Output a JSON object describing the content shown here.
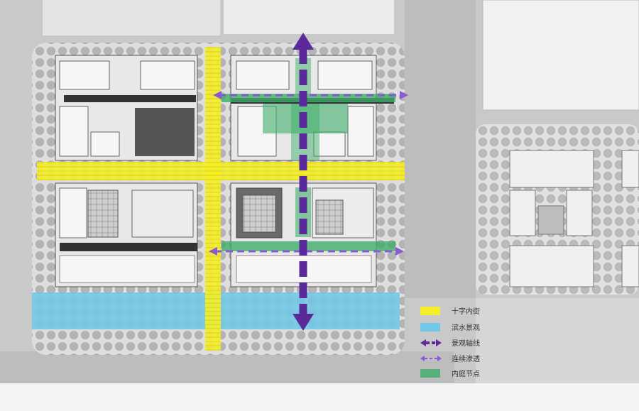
{
  "legend": {
    "items": [
      {
        "key": "cross_street",
        "label": "十字内街",
        "color": "#f4ee2a"
      },
      {
        "key": "waterfront",
        "label": "滨水景观",
        "color": "#6fc8e8"
      },
      {
        "key": "landscape_axis",
        "label": "景观轴线",
        "color": "#5b2a9a"
      },
      {
        "key": "continuous_permeation",
        "label": "连续渗透",
        "color": "#8a5ad0"
      },
      {
        "key": "courtyard_node",
        "label": "内庭节点",
        "color": "#3fae6a"
      }
    ]
  }
}
